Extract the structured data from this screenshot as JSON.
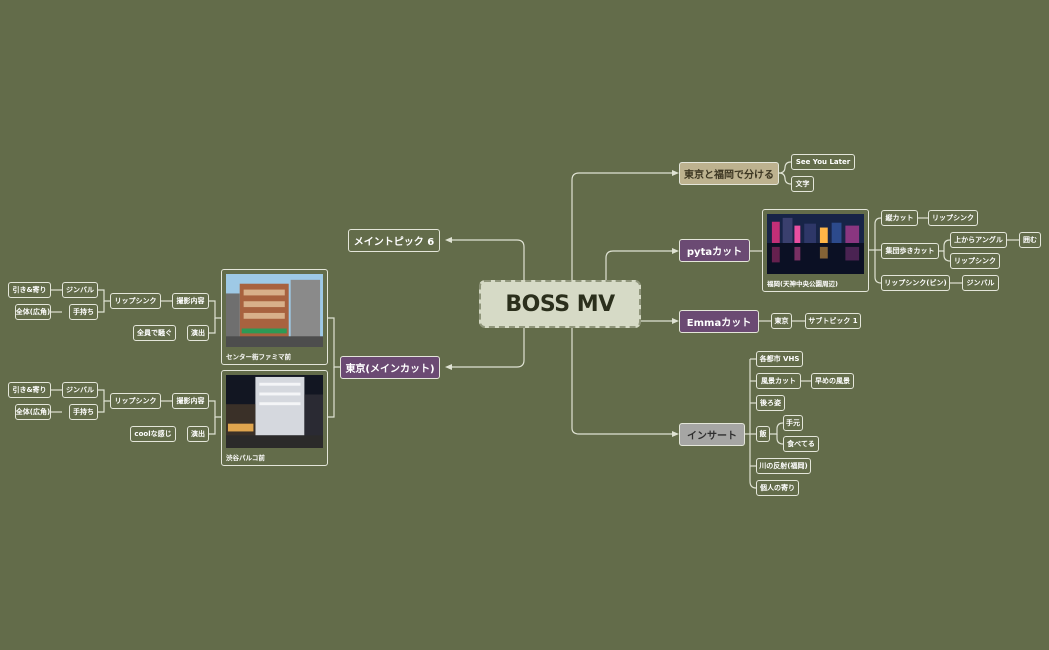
{
  "root": "BOSS MV",
  "branches": {
    "tokyo_fukuoka": "東京と福岡で分ける",
    "see_you_later": "See You Later",
    "moji": "文字",
    "pyta": "pytaカット",
    "pyta_image_caption": "福岡(天神中央公園周辺)",
    "tate_cut": "縦カット",
    "tate_lipsync": "リップシンク",
    "shudan": "集団歩きカット",
    "ue_angle": "上からアングル",
    "kakomu": "囲む",
    "shudan_lipsync": "リップシンク",
    "lipsync_pin": "リップシンク(ピン)",
    "pin_gimbal": "ジンバル",
    "emma": "Emmaカット",
    "emma_tokyo": "東京",
    "subtopic1": "サブトピック 1",
    "insert": "インサート",
    "insert_items": [
      "各都市 VHS",
      "風景カット",
      "早めの風景",
      "後ろ姿",
      "飯",
      "手元",
      "食べてる",
      "川の反射(福岡)",
      "個人の寄り"
    ],
    "main_topic6": "メイントピック 6",
    "tokyo_main": "東京(メインカット)",
    "center_caption": "センター街ファミマ前",
    "shibuya_caption": "渋谷パルコ前",
    "left_upper": [
      "引き&寄り",
      "ジンバル",
      "全体(広角)",
      "手持ち",
      "リップシンク",
      "撮影内容",
      "全員で騒ぐ",
      "演出"
    ],
    "left_lower": [
      "引き&寄り",
      "ジンバル",
      "全体(広角)",
      "手持ち",
      "リップシンク",
      "撮影内容",
      "coolな感じ",
      "演出"
    ]
  }
}
